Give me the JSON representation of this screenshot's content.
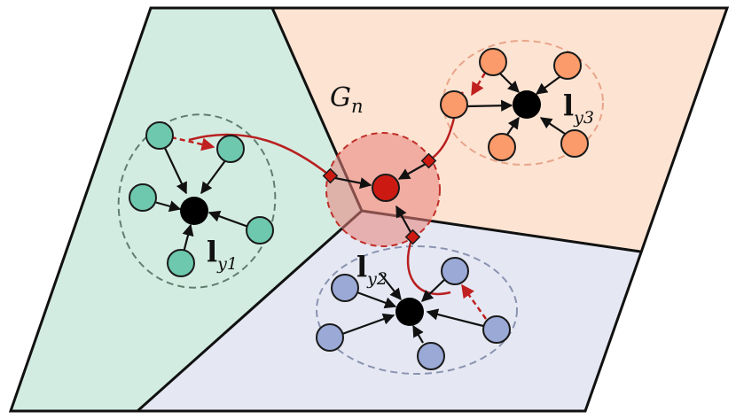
{
  "labels": {
    "center_main": "G",
    "center_sub": "n",
    "cluster1_main": "l",
    "cluster1_sub": "y1",
    "cluster2_main": "l",
    "cluster2_sub": "y2",
    "cluster3_main": "l",
    "cluster3_sub": "y3"
  },
  "colors": {
    "green_region": "#d3ece2",
    "orange_region": "#fde3d2",
    "blue_region": "#e5e8f3",
    "green_node": "#6ec8ad",
    "orange_node": "#fb9a6a",
    "blue_node": "#9aa9d6",
    "center_node": "#cc1a12",
    "center_halo": "#e8827a",
    "path_red": "#b82020",
    "center_black": "#000000"
  }
}
